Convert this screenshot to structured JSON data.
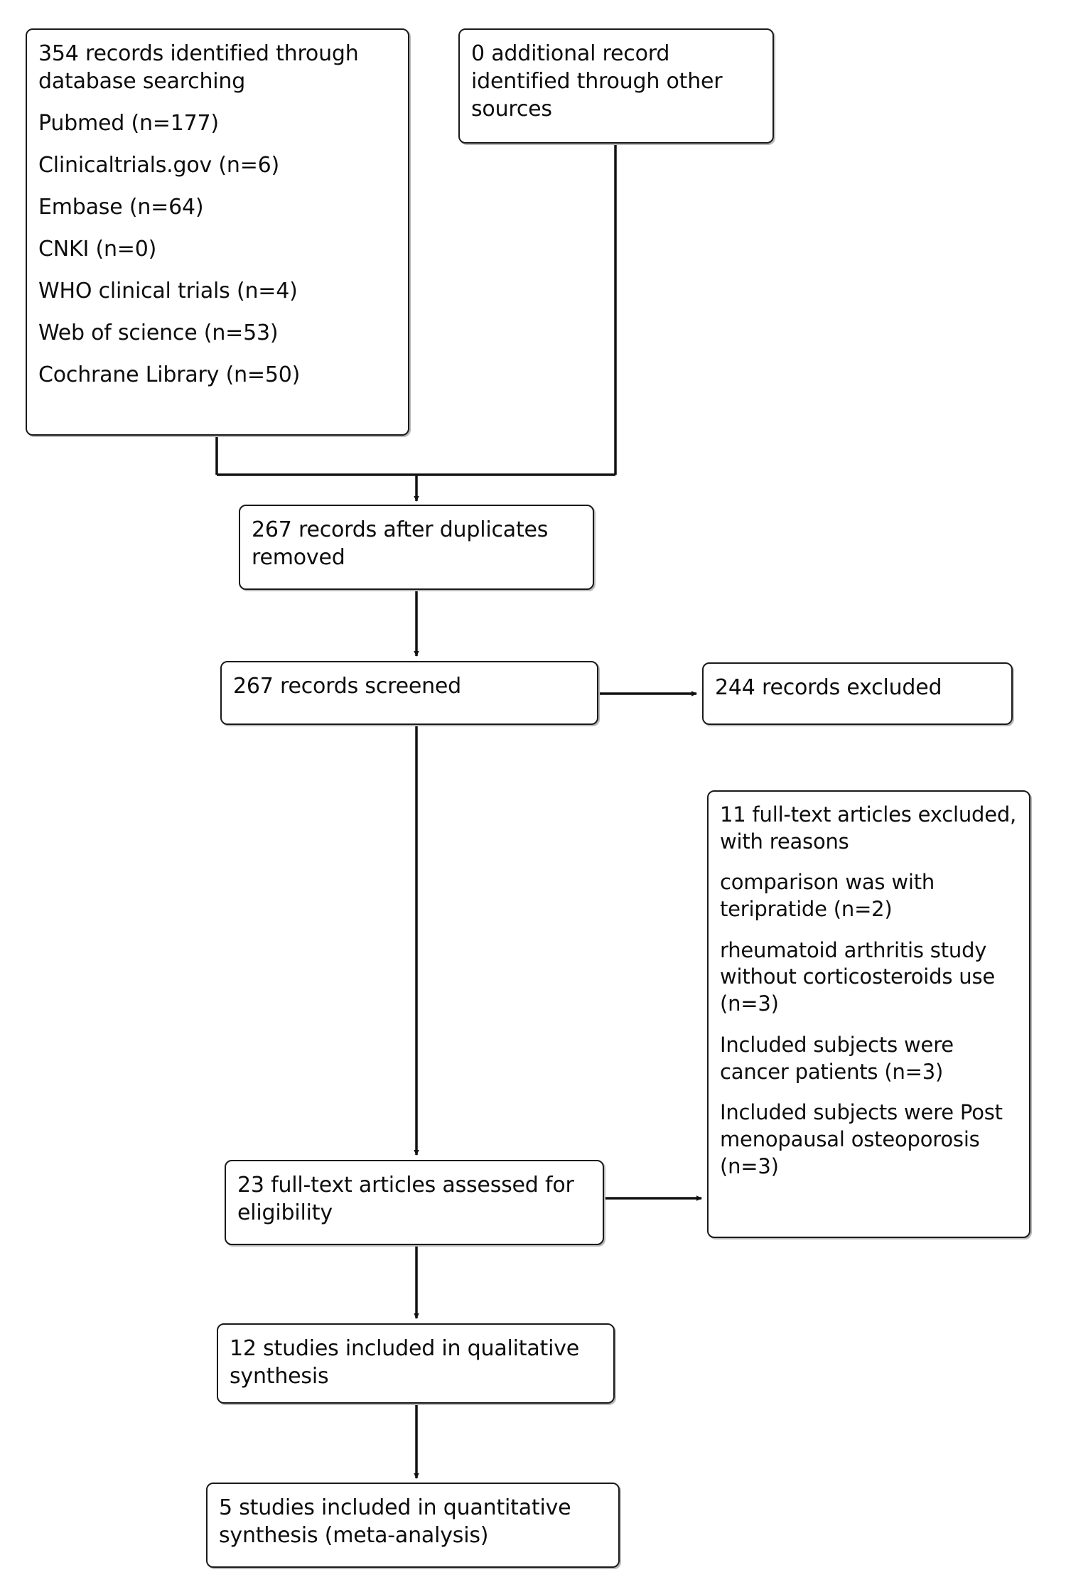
{
  "diagram": {
    "type": "PRISMA flow diagram",
    "nodes": {
      "identification_db": {
        "lines": [
          "354 records identified through database searching",
          "Pubmed (n=177)",
          "Clinicaltrials.gov (n=6)",
          "Embase (n=64)",
          "CNKI (n=0)",
          "WHO clinical trials (n=4)",
          "Web of science (n=53)",
          "Cochrane Library (n=50)"
        ]
      },
      "identification_other": {
        "lines": [
          "0 additional record identified through other sources"
        ]
      },
      "duplicates_removed": {
        "lines": [
          "267 records after duplicates removed"
        ]
      },
      "records_screened": {
        "lines": [
          "267 records screened"
        ]
      },
      "records_excluded": {
        "lines": [
          "244 records excluded"
        ]
      },
      "fulltext_excluded": {
        "lines": [
          "11 full-text articles excluded, with reasons",
          "comparison was with teripratide (n=2)",
          "rheumatoid arthritis study without corticosteroids use (n=3)",
          "Included subjects were cancer patients (n=3)",
          "Included subjects were Post menopausal osteoporosis (n=3)"
        ]
      },
      "fulltext_assessed": {
        "lines": [
          "23 full-text articles assessed for eligibility"
        ]
      },
      "qualitative_synthesis": {
        "lines": [
          "12 studies included in qualitative synthesis"
        ]
      },
      "quantitative_synthesis": {
        "lines": [
          "5 studies included in quantitative synthesis (meta-analysis)"
        ]
      }
    },
    "colors": {
      "border": "#1a1a1a",
      "shadow": "#b9b9b9",
      "text": "#0d0d0d",
      "background": "#ffffff",
      "connector": "#111111"
    }
  }
}
